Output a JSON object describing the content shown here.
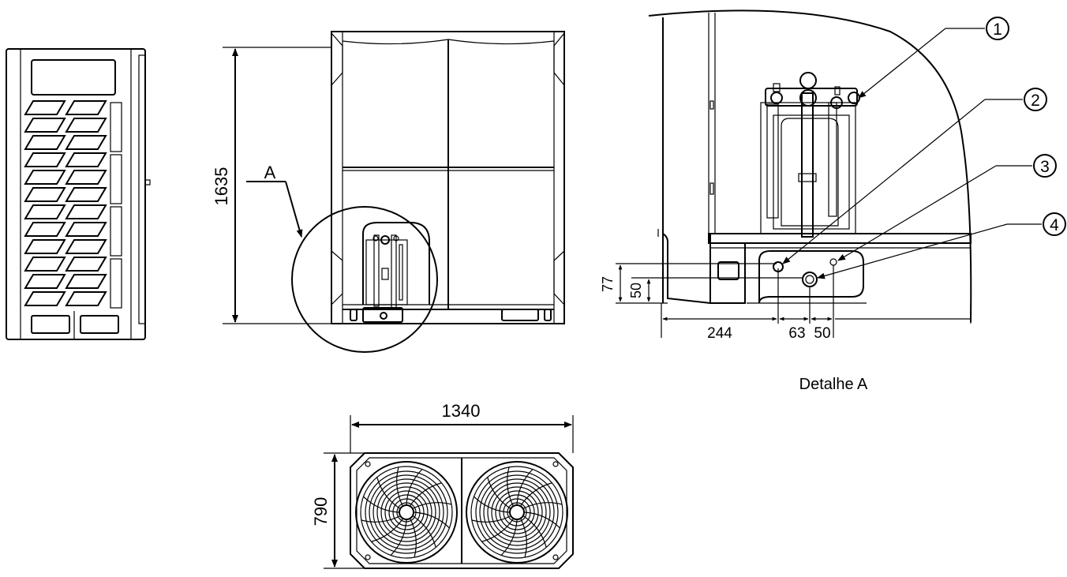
{
  "views": {
    "front": {
      "height_dim": "1635",
      "detail_marker": "A"
    },
    "detail": {
      "caption": "Detalhe A",
      "callouts": [
        "1",
        "2",
        "3",
        "4"
      ],
      "dims": {
        "vertical_1": "77",
        "vertical_2": "50",
        "horizontal_1": "244",
        "horizontal_2": "63",
        "horizontal_3": "50"
      }
    },
    "top": {
      "width_dim": "1340",
      "depth_dim": "790"
    }
  }
}
